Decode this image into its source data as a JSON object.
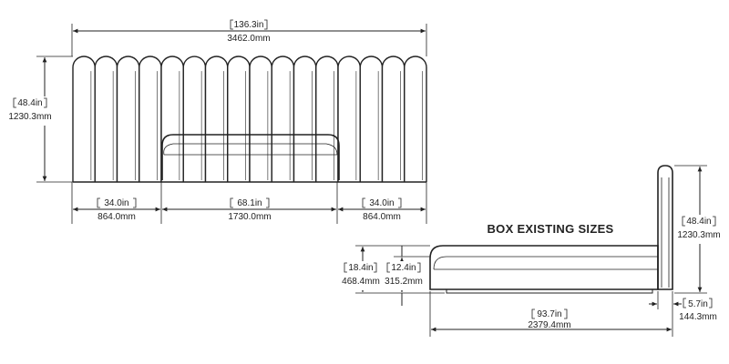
{
  "title": "BOX EXISTING SIZES",
  "front_view": {
    "overall_width": {
      "in": "136.3in",
      "mm": "3462.0mm"
    },
    "height": {
      "in": "48.4in",
      "mm": "1230.3mm"
    },
    "left_panel": {
      "in": "34.0in",
      "mm": "864.0mm"
    },
    "center_bed": {
      "in": "68.1in",
      "mm": "1730.0mm"
    },
    "right_panel": {
      "in": "34.0in",
      "mm": "864.0mm"
    }
  },
  "side_view": {
    "headboard_height": {
      "in": "48.4in",
      "mm": "1230.3mm"
    },
    "bed_height": {
      "in": "18.4in",
      "mm": "468.4mm"
    },
    "base_height": {
      "in": "12.4in",
      "mm": "315.2mm"
    },
    "length": {
      "in": "93.7in",
      "mm": "2379.4mm"
    },
    "headboard_depth": {
      "in": "5.7in",
      "mm": "144.3mm"
    }
  }
}
